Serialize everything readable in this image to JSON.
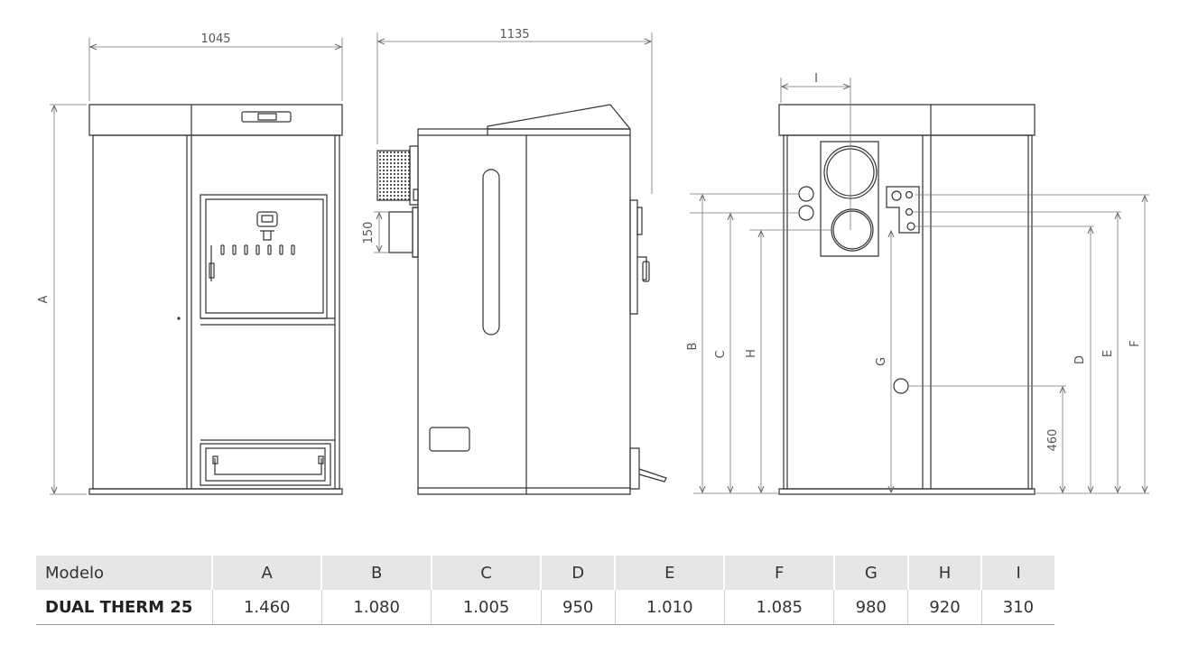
{
  "drawing": {
    "front_width_label": "1045",
    "side_width_label": "1135",
    "label_a": "A",
    "label_150": "150",
    "label_i": "I",
    "label_b": "B",
    "label_c": "C",
    "label_h": "H",
    "label_g": "G",
    "label_d": "D",
    "label_e": "E",
    "label_f": "F",
    "label_460": "460"
  },
  "table": {
    "headers": [
      "Modelo",
      "A",
      "B",
      "C",
      "D",
      "E",
      "F",
      "G",
      "H",
      "I"
    ],
    "rows": [
      [
        "DUAL THERM 25",
        "1.460",
        "1.080",
        "1.005",
        "950",
        "1.010",
        "1.085",
        "980",
        "920",
        "310"
      ]
    ]
  }
}
